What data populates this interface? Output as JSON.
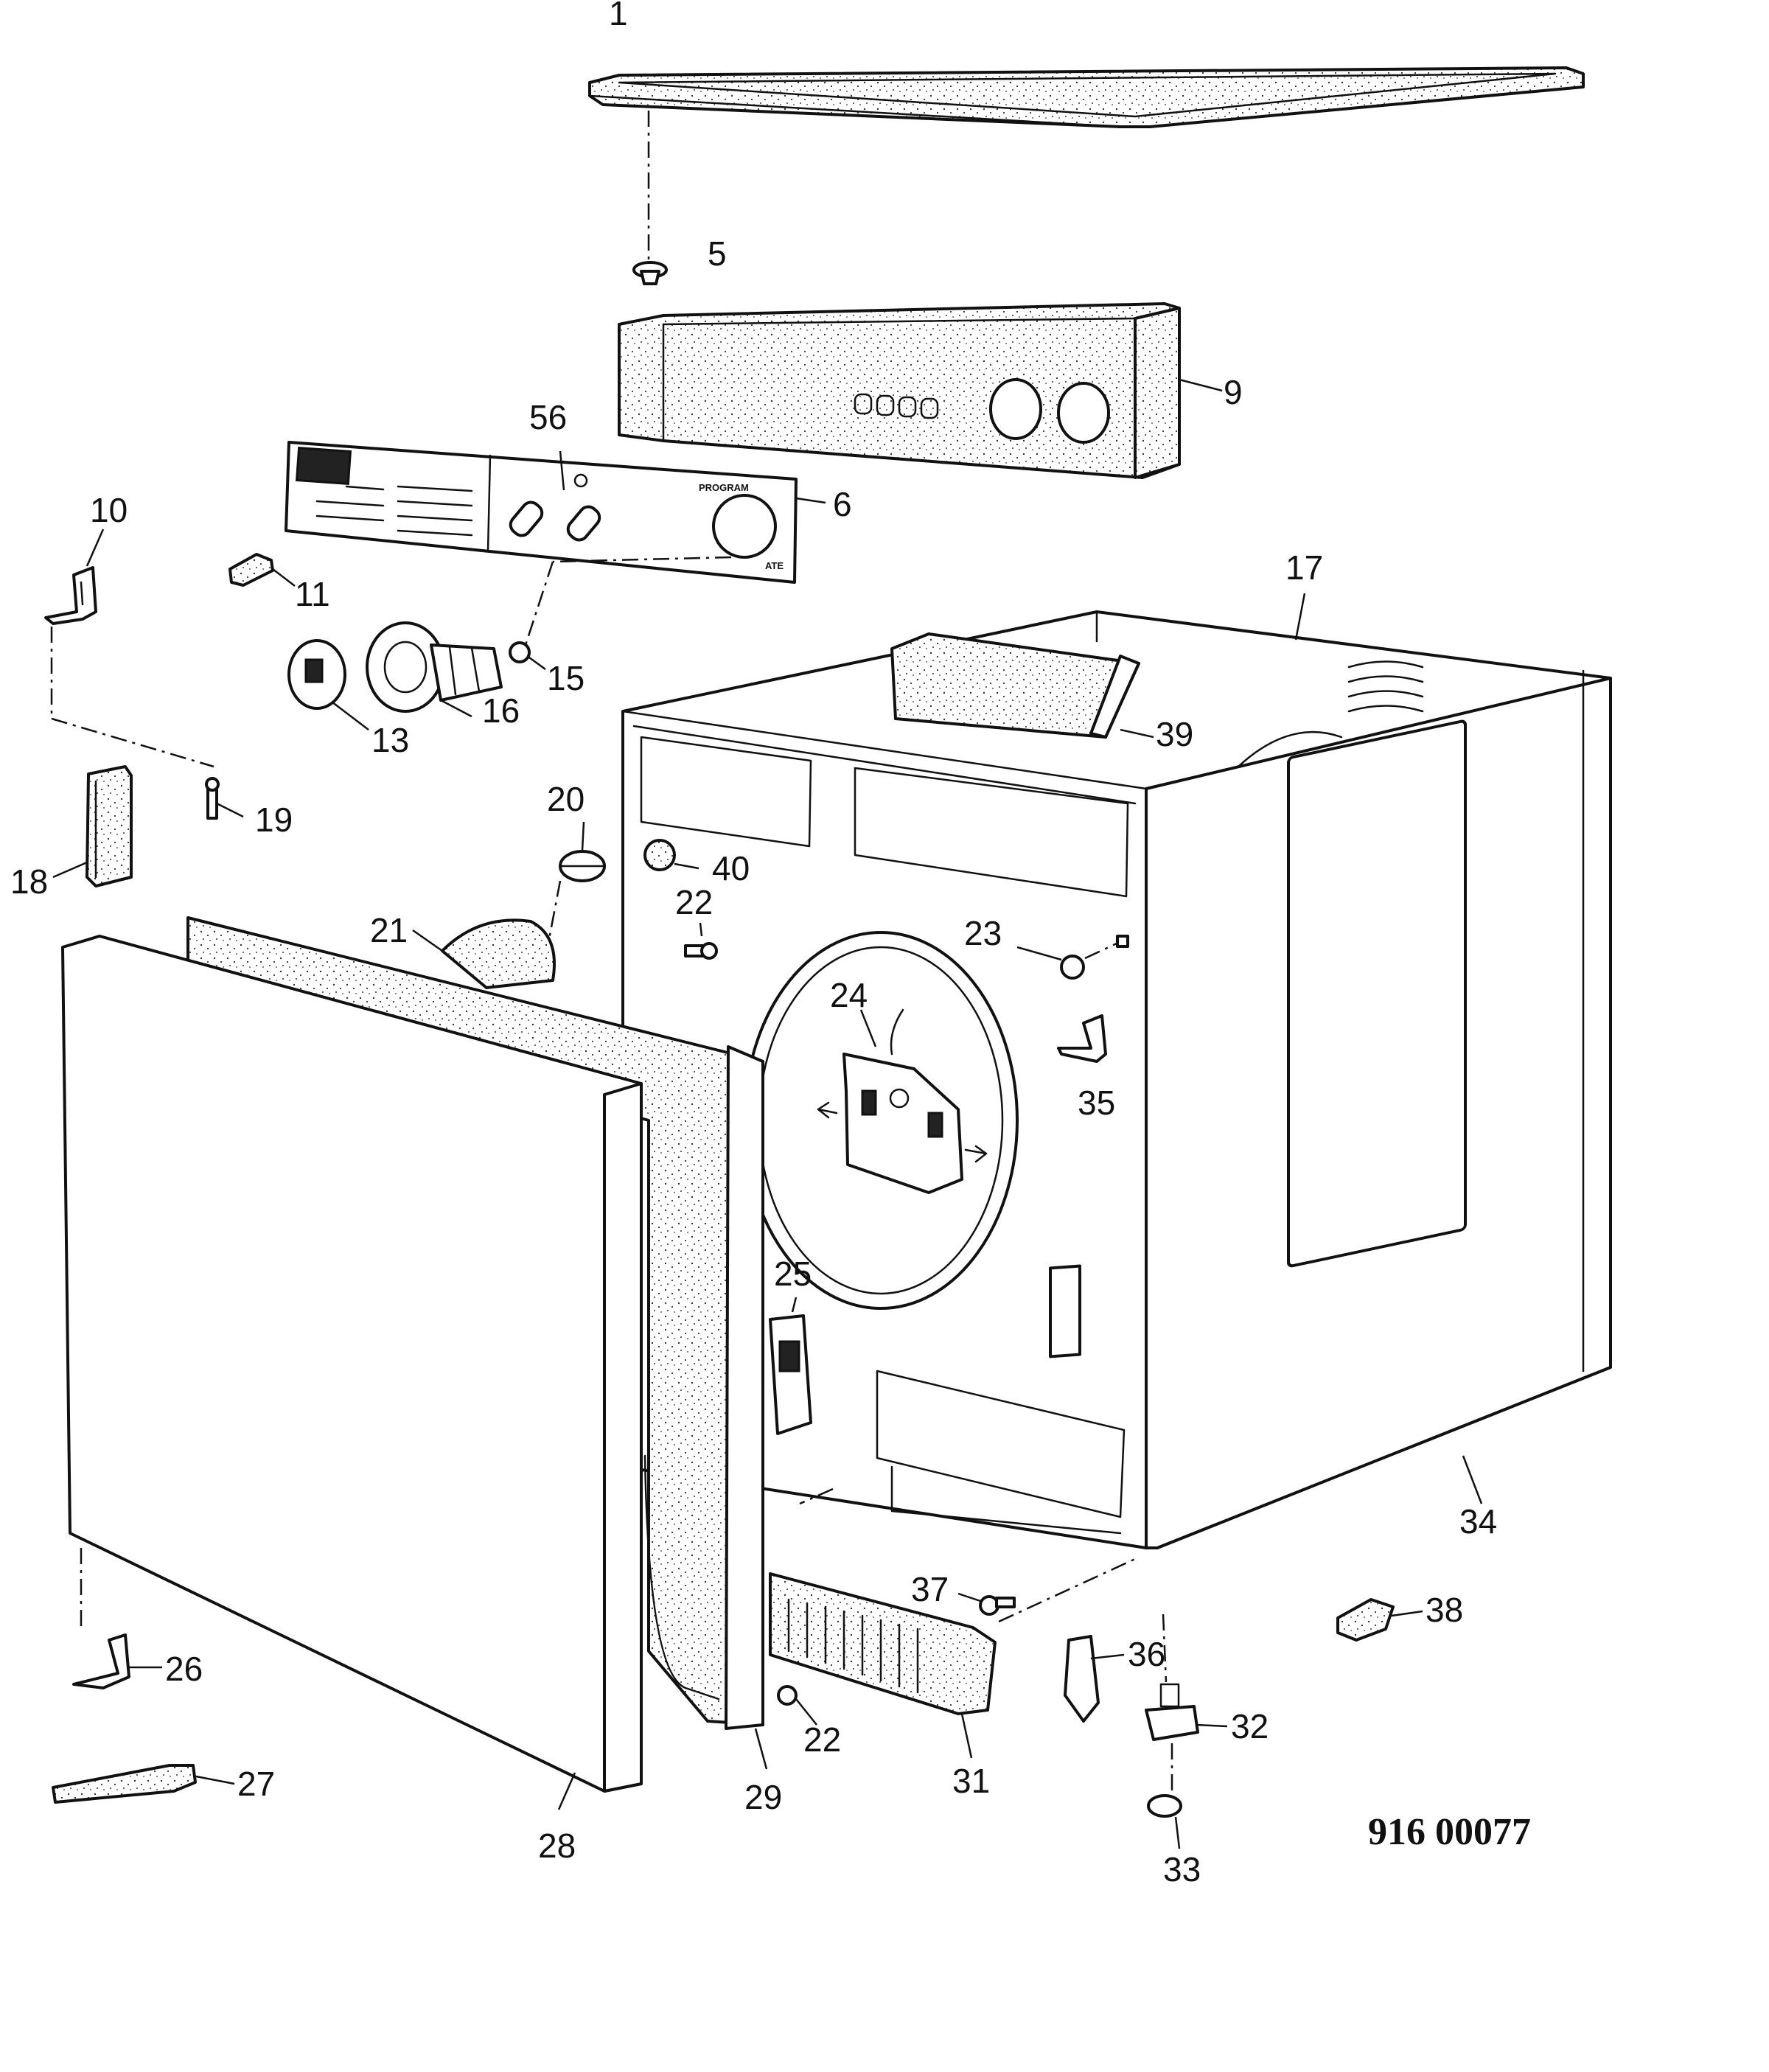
{
  "diagram": {
    "reference_number": "916 00077",
    "panel_labels": {
      "program": "PROGRAM",
      "ate": "ATE"
    },
    "callouts": [
      {
        "id": "c1",
        "label": "1"
      },
      {
        "id": "c5",
        "label": "5"
      },
      {
        "id": "c9",
        "label": "9"
      },
      {
        "id": "c56",
        "label": "56"
      },
      {
        "id": "c6",
        "label": "6"
      },
      {
        "id": "c10",
        "label": "10"
      },
      {
        "id": "c11",
        "label": "11"
      },
      {
        "id": "c13",
        "label": "13"
      },
      {
        "id": "c16",
        "label": "16"
      },
      {
        "id": "c15",
        "label": "15"
      },
      {
        "id": "c17",
        "label": "17"
      },
      {
        "id": "c39",
        "label": "39"
      },
      {
        "id": "c18",
        "label": "18"
      },
      {
        "id": "c19",
        "label": "19"
      },
      {
        "id": "c20",
        "label": "20"
      },
      {
        "id": "c40",
        "label": "40"
      },
      {
        "id": "c21",
        "label": "21"
      },
      {
        "id": "c22a",
        "label": "22"
      },
      {
        "id": "c23",
        "label": "23"
      },
      {
        "id": "c24",
        "label": "24"
      },
      {
        "id": "c35",
        "label": "35"
      },
      {
        "id": "c25",
        "label": "25"
      },
      {
        "id": "c34",
        "label": "34"
      },
      {
        "id": "c37",
        "label": "37"
      },
      {
        "id": "c38",
        "label": "38"
      },
      {
        "id": "c36",
        "label": "36"
      },
      {
        "id": "c32",
        "label": "32"
      },
      {
        "id": "c33",
        "label": "33"
      },
      {
        "id": "c26",
        "label": "26"
      },
      {
        "id": "c27",
        "label": "27"
      },
      {
        "id": "c28",
        "label": "28"
      },
      {
        "id": "c29",
        "label": "29"
      },
      {
        "id": "c22b",
        "label": "22"
      },
      {
        "id": "c31",
        "label": "31"
      }
    ]
  }
}
